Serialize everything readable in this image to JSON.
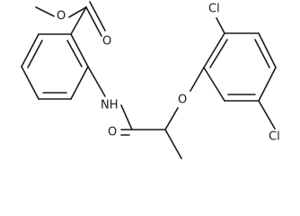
{
  "molecule": {
    "atom_labels": {
      "ester_carbonyl_o": "O",
      "ester_ether_o": "O",
      "amide_nh": "NH",
      "amide_carbonyl_o": "O",
      "aryl_ether_o": "O",
      "chlorine_top": "Cl",
      "chlorine_bottom": "Cl"
    },
    "colors": {
      "ink": "#1a1a1a",
      "background": "#ffffff"
    }
  }
}
